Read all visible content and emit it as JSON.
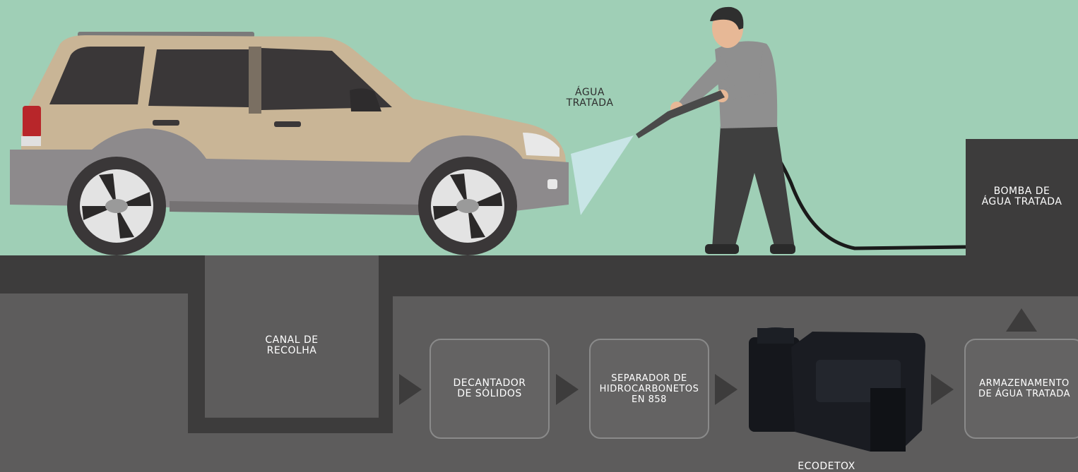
{
  "colors": {
    "sky": "#9fcfb6",
    "ground": "#3d3c3c",
    "underground": "#5d5c5c",
    "box_fill": "#646363",
    "car_body": "#c9b596",
    "shirt": "#8f8f8f",
    "pants": "#3f3f3f",
    "tank": "#15171c",
    "water_spray": "#cfe9ef"
  },
  "labels": {
    "treated_water": [
      "ÁGUA",
      "TRATADA"
    ],
    "pump": [
      "BOMBA DE",
      "ÁGUA TRATADA"
    ],
    "collection_channel": [
      "CANAL DE",
      "RECOLHA"
    ],
    "solids_decanter": [
      "DECANTADOR",
      "DE SÓLIDOS"
    ],
    "separator": [
      "SEPARADOR DE",
      "HIDROCARBONETOS",
      "EN 858"
    ],
    "storage": [
      "ARMAZENAMENTO",
      "DE ÁGUA TRATADA"
    ],
    "ecodetox": "ECODETOX"
  },
  "icons": {
    "vehicle": "suv-car-icon",
    "person": "person-washing-icon",
    "tank": "ecodetox-tank-icon",
    "flow_arrow": "triangle-right-icon",
    "up_arrow": "triangle-up-icon"
  }
}
